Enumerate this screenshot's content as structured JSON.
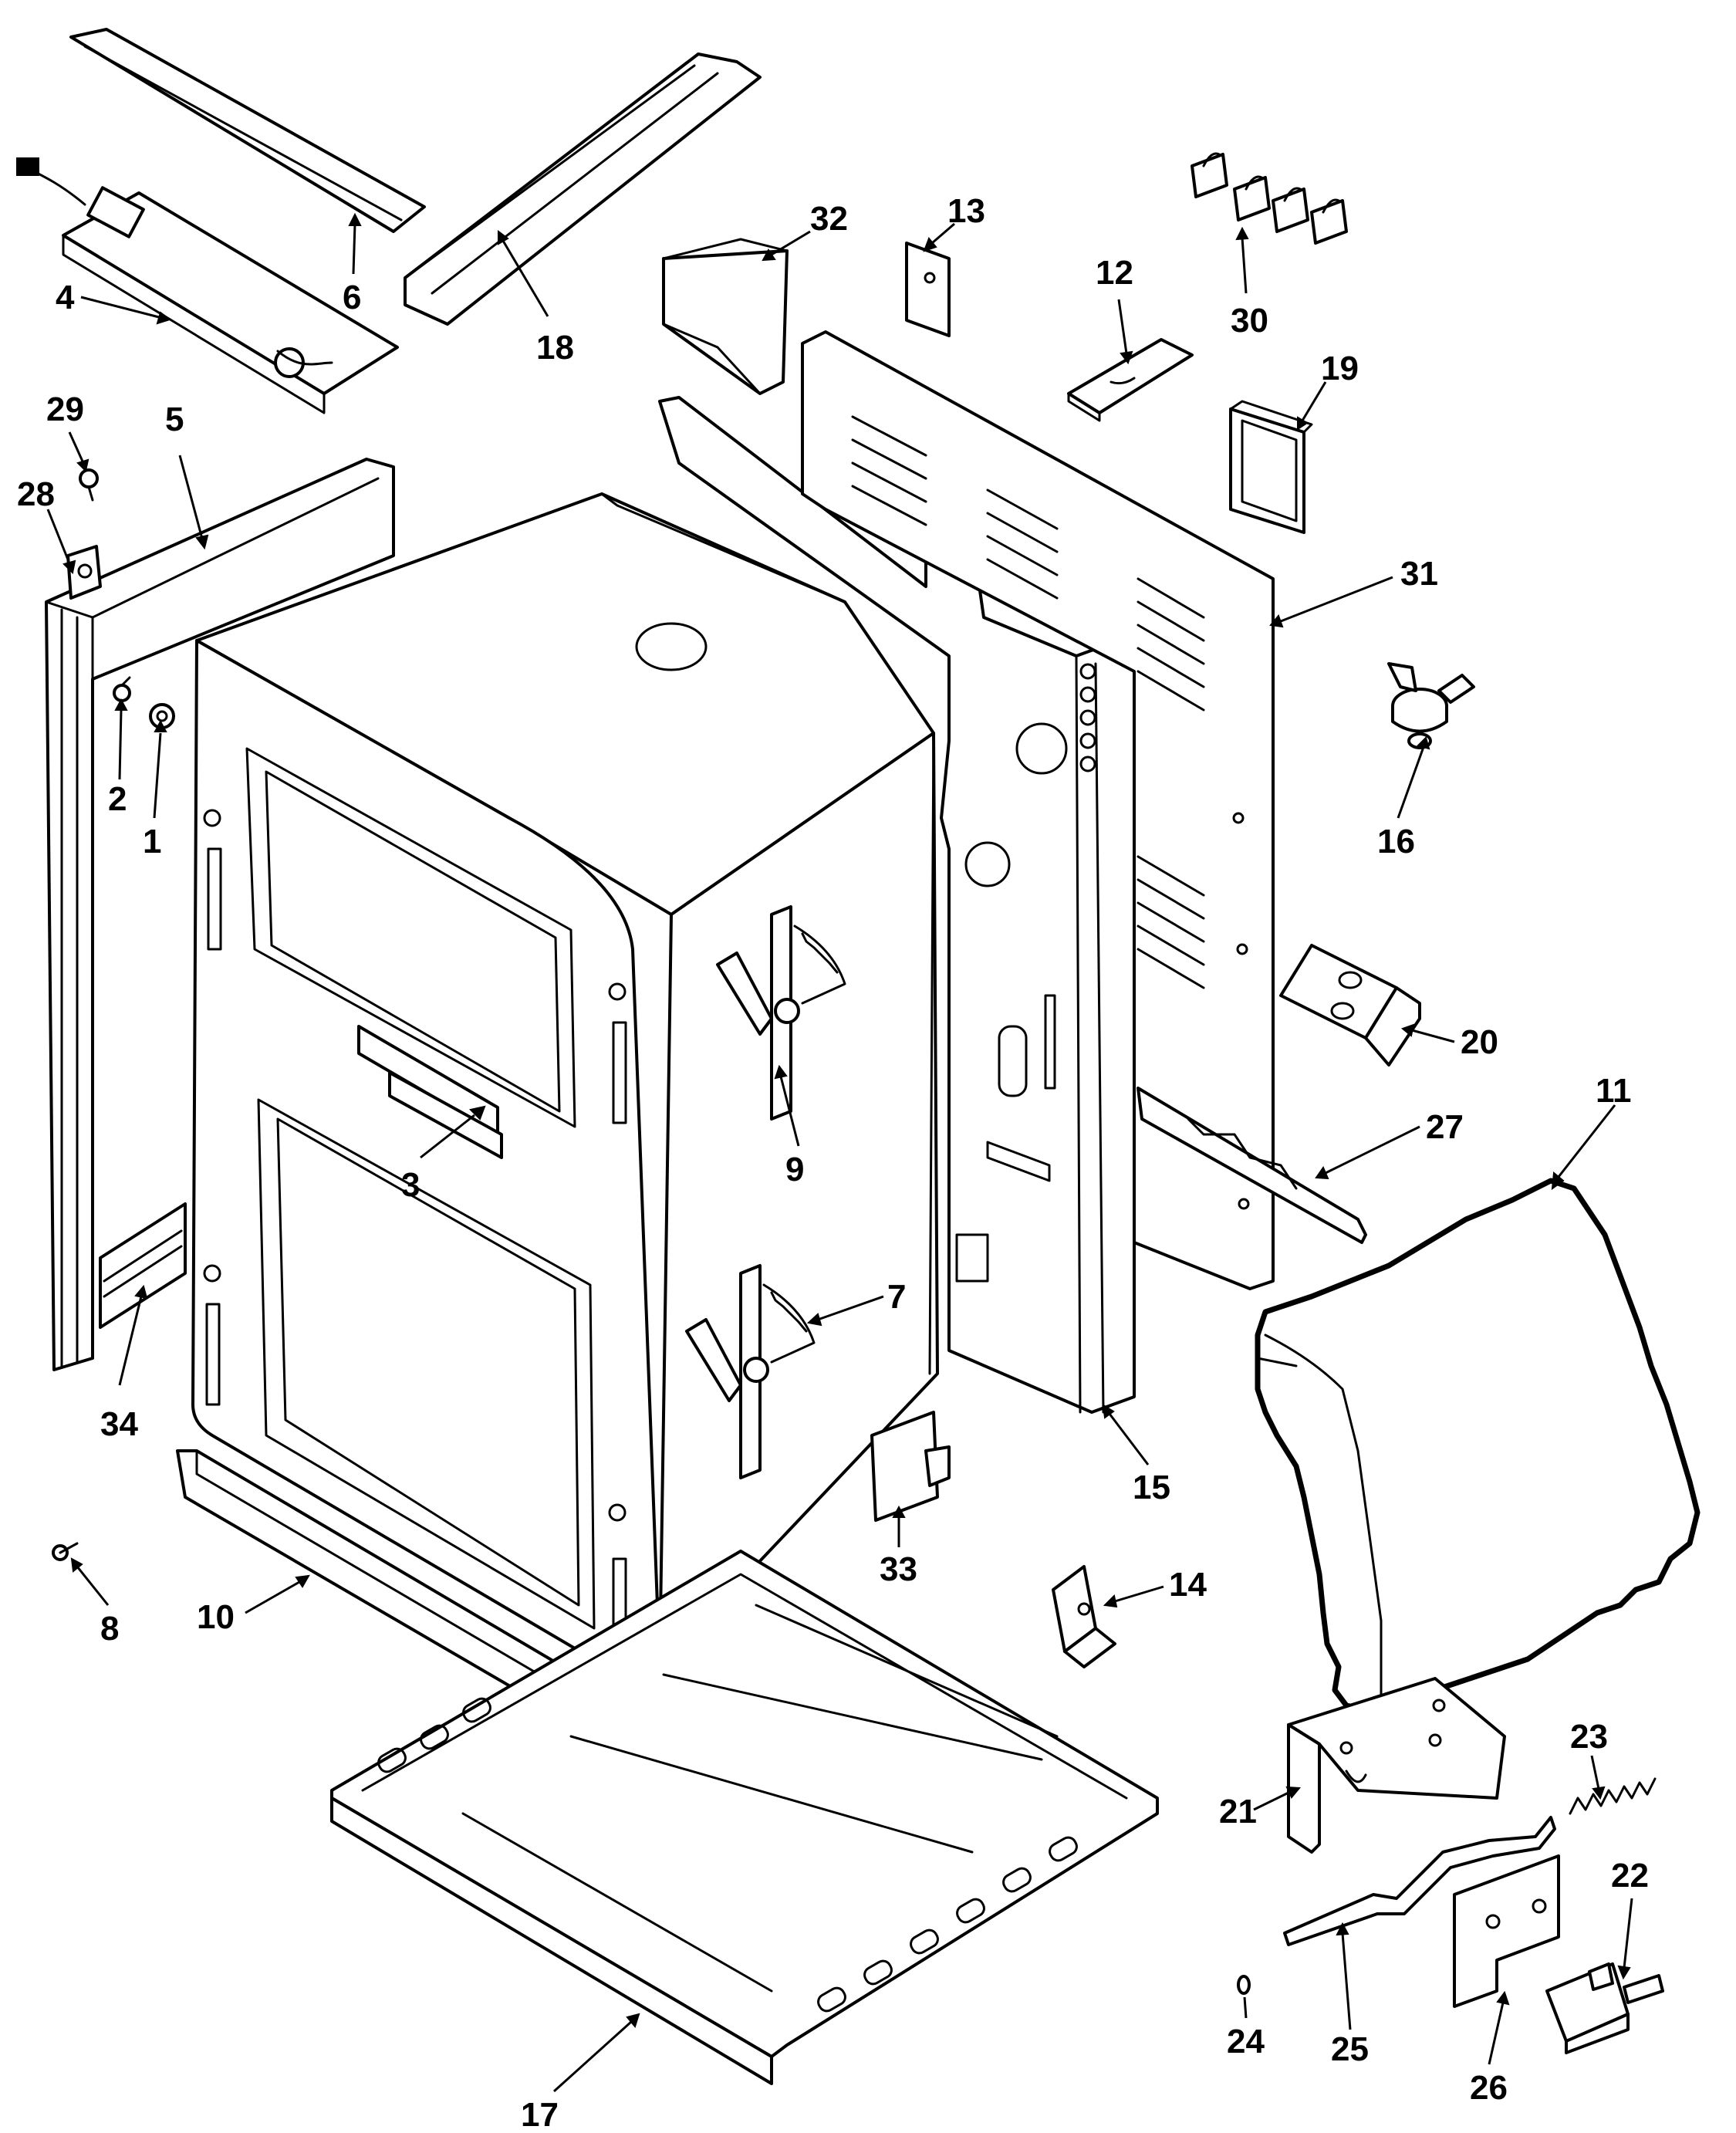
{
  "callouts": [
    {
      "id": "1",
      "label": "1"
    },
    {
      "id": "2",
      "label": "2"
    },
    {
      "id": "3",
      "label": "3"
    },
    {
      "id": "4",
      "label": "4"
    },
    {
      "id": "5",
      "label": "5"
    },
    {
      "id": "6",
      "label": "6"
    },
    {
      "id": "7",
      "label": "7"
    },
    {
      "id": "8",
      "label": "8"
    },
    {
      "id": "9",
      "label": "9"
    },
    {
      "id": "10",
      "label": "10"
    },
    {
      "id": "11",
      "label": "11"
    },
    {
      "id": "12",
      "label": "12"
    },
    {
      "id": "13",
      "label": "13"
    },
    {
      "id": "14",
      "label": "14"
    },
    {
      "id": "15",
      "label": "15"
    },
    {
      "id": "16",
      "label": "16"
    },
    {
      "id": "17",
      "label": "17"
    },
    {
      "id": "18",
      "label": "18"
    },
    {
      "id": "19",
      "label": "19"
    },
    {
      "id": "20",
      "label": "20"
    },
    {
      "id": "21",
      "label": "21"
    },
    {
      "id": "22",
      "label": "22"
    },
    {
      "id": "23",
      "label": "23"
    },
    {
      "id": "24",
      "label": "24"
    },
    {
      "id": "25",
      "label": "25"
    },
    {
      "id": "26",
      "label": "26"
    },
    {
      "id": "27",
      "label": "27"
    },
    {
      "id": "28",
      "label": "28"
    },
    {
      "id": "29",
      "label": "29"
    },
    {
      "id": "30",
      "label": "30"
    },
    {
      "id": "31",
      "label": "31"
    },
    {
      "id": "32",
      "label": "32"
    },
    {
      "id": "33",
      "label": "33"
    },
    {
      "id": "34",
      "label": "34"
    }
  ]
}
